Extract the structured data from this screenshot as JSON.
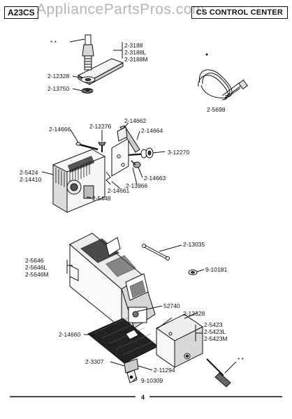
{
  "header": {
    "model": "A23CS",
    "title": "CS CONTROL CENTER",
    "watermark": "AppliancePartsPros.com"
  },
  "callouts": {
    "c_3188": [
      "2-3188",
      "2-3188L",
      "2-3188M"
    ],
    "c_12328a": "2-12328",
    "c_13750": "2-13750",
    "c_5698": "2-5698",
    "c_12276": "2-12276",
    "c_14662": "2-14662",
    "c_14666": "2-14666",
    "c_14664": "2-14664",
    "c_12270": "3-12270",
    "c_5424": [
      "2-5424",
      "2-14410"
    ],
    "c_14663": "2-14663",
    "c_13966": "2-13966",
    "c_14661": "2-14661",
    "c_5448": "2-5448",
    "c_13035": "2-13035",
    "c_5646": [
      "2-5646",
      "2-5646L",
      "2-5646M"
    ],
    "c_10181": "9-10181",
    "c_52740": "52740",
    "c_12328b": "2-12328",
    "c_5423": [
      "2-5423",
      "2-5423L",
      "2-5423M"
    ],
    "c_14660": "2-14660",
    "c_3307": "2-3307",
    "c_11294": "2-11294",
    "c_10309": "9-10309",
    "stars_top": "* *",
    "stars_bottom": "* *"
  },
  "footer": {
    "page": "4"
  }
}
